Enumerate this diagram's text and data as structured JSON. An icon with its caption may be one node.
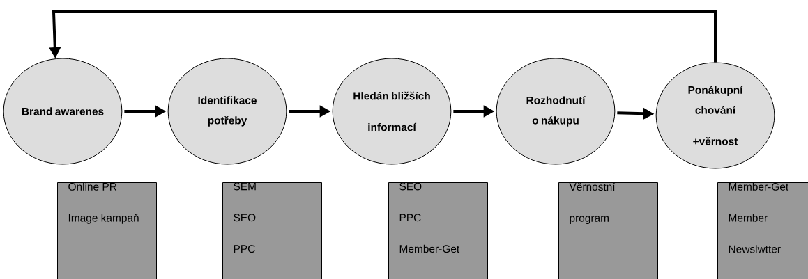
{
  "diagram": {
    "nodes": [
      {
        "text": [
          "Brand awarenes"
        ]
      },
      {
        "text": [
          "Identifikace potřeby"
        ]
      },
      {
        "text": [
          "Hledán bližších",
          "informací"
        ]
      },
      {
        "text": [
          "Rozhodnutí o nákupu"
        ]
      },
      {
        "text": [
          "Ponákupní chování",
          "+věrnost"
        ]
      },
      {
        "text": [
          "Online PR",
          "Image kampaň"
        ]
      },
      {
        "text": [
          "SEM",
          "SEO",
          "PPC"
        ]
      },
      {
        "text": [
          "SEO",
          "PPC",
          "Member-Get"
        ]
      },
      {
        "text": [
          "Věrnostní program"
        ]
      },
      {
        "text": [
          "Member-Get Member",
          "Newslwtter"
        ]
      }
    ],
    "edges": [
      {
        "from": 0,
        "to": 1,
        "arrow": "to"
      },
      {
        "from": 1,
        "to": 2,
        "arrow": "to"
      },
      {
        "from": 2,
        "to": 3,
        "arrow": "to"
      },
      {
        "from": 3,
        "to": 4,
        "arrow": "to"
      },
      {
        "from": 4,
        "to": 0,
        "arrow": "to"
      }
    ]
  }
}
